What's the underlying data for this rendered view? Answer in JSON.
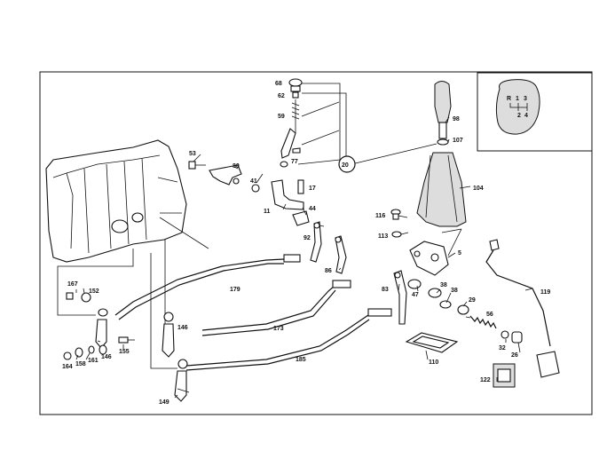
{
  "parts": {
    "p68": "68",
    "p62": "62",
    "p59": "59",
    "p77": "77",
    "p53": "53",
    "p80": "80",
    "p41": "41",
    "p11": "11",
    "p17": "17",
    "p44": "44",
    "p20": "20",
    "p98": "98",
    "p107": "107",
    "p104": "104",
    "p116": "116",
    "p113": "113",
    "p5": "5",
    "p92": "92",
    "p86": "86",
    "p179": "179",
    "p173": "173",
    "p185": "185",
    "p83": "83",
    "p47": "47",
    "p38a": "38",
    "p38b": "38",
    "p29": "29",
    "p56": "56",
    "p119": "119",
    "p32": "32",
    "p26": "26",
    "p110": "110",
    "p122": "122",
    "p167": "167",
    "p152": "152",
    "p146a": "146",
    "p146b": "146",
    "p155": "155",
    "p164": "164",
    "p158": "158",
    "p161": "161",
    "p149": "149"
  },
  "shift_pattern": {
    "r": "R",
    "one": "1",
    "three": "3",
    "two": "2",
    "four": "4"
  }
}
